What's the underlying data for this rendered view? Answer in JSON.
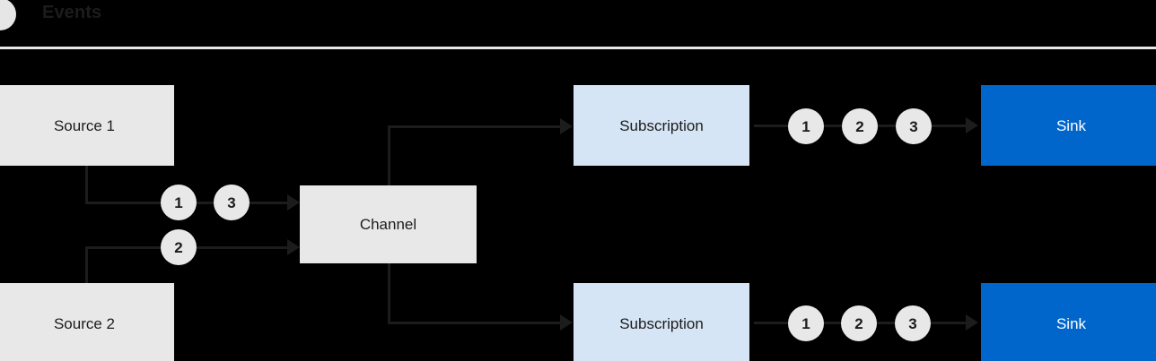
{
  "header": {
    "icon": "circle-icon",
    "title": "Events"
  },
  "nodes": {
    "source1": {
      "label": "Source 1"
    },
    "source2": {
      "label": "Source 2"
    },
    "channel": {
      "label": "Channel"
    },
    "subscription_top": {
      "label": "Subscription"
    },
    "subscription_bottom": {
      "label": "Subscription"
    },
    "sink_top": {
      "label": "Sink"
    },
    "sink_bottom": {
      "label": "Sink"
    }
  },
  "tokens": {
    "source1_to_channel": [
      "1",
      "3"
    ],
    "source2_to_channel": [
      "2"
    ],
    "subscription_top_to_sink": [
      "1",
      "2",
      "3"
    ],
    "subscription_bottom_to_sink": [
      "1",
      "2",
      "3"
    ]
  },
  "colors": {
    "background": "#000000",
    "source_fill": "#e8e8e8",
    "channel_fill": "#e8e8e8",
    "subscription_fill": "#d6e5f5",
    "sink_fill": "#0066cc",
    "sink_text": "#ffffff",
    "line": "#1c1c1c",
    "token_fill": "#e8e8e8",
    "divider": "#e8e8e8",
    "header_text": "#1c1c1c"
  }
}
